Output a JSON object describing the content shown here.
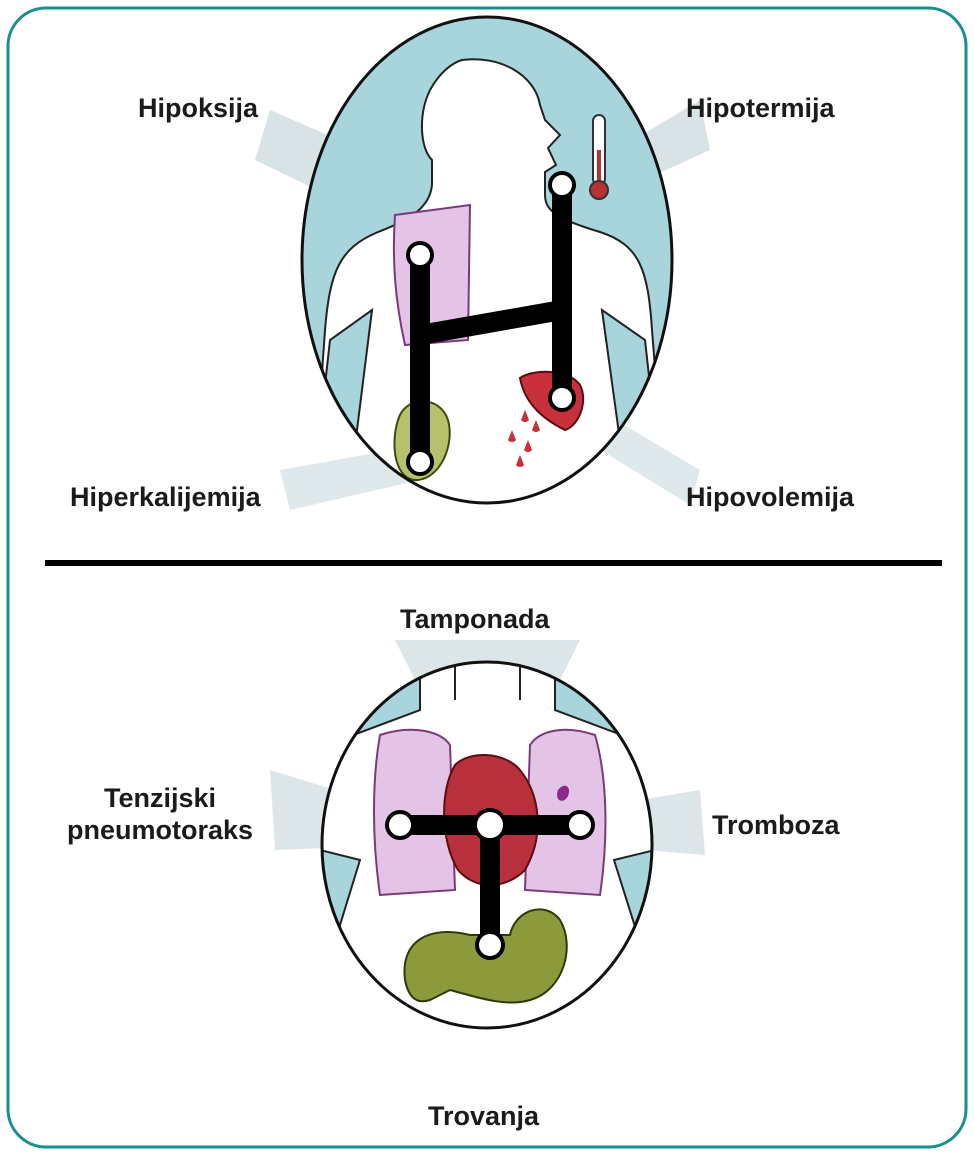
{
  "top_panel": {
    "labels": {
      "hypoxia": "Hipoksija",
      "hypothermia": "Hipotermija",
      "hyperkalemia": "Hiperkalijemija",
      "hypovolemia": "Hipovolemija"
    }
  },
  "bottom_panel": {
    "labels": {
      "tamponade": "Tamponada",
      "tension_pneumothorax_line1": "Tenzijski",
      "tension_pneumothorax_line2": "pneumotoraks",
      "thrombosis": "Tromboza",
      "poisoning": "Trovanja"
    }
  },
  "colors": {
    "frame_border": "#1a8f8f",
    "oval_fill": "#a8d4dc",
    "lung_fill": "#e8c8e8",
    "heart_fill": "#b8303c",
    "organ_green": "#8c9a3c",
    "connector": "#000000"
  }
}
